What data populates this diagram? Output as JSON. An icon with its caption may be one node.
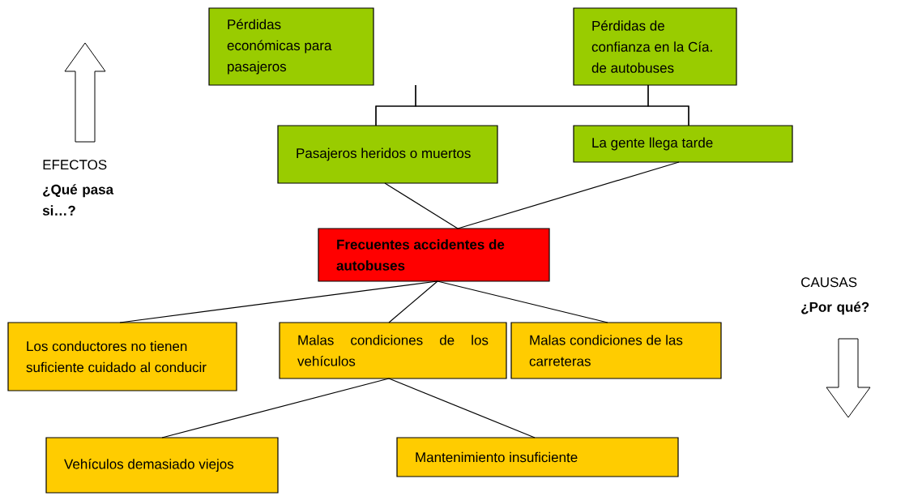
{
  "diagram": {
    "nodes": [
      {
        "text": [
          "Pérdidas económicas para pasajeros"
        ]
      },
      {
        "text": [
          "Pérdidas de confianza en la Cía. de autobuses"
        ]
      },
      {
        "text": [
          "Pasajeros heridos o muertos"
        ]
      },
      {
        "text": [
          "La gente llega tarde"
        ]
      },
      {
        "text": [
          "Frecuentes accidentes de autobuses"
        ]
      },
      {
        "text": [
          "Los conductores no tienen suficiente cuidado al conducir"
        ]
      },
      {
        "text": [
          "Malas condiciones de los vehículos"
        ]
      },
      {
        "text": [
          "Malas condiciones de las carreteras"
        ]
      },
      {
        "text": [
          "Vehículos demasiado viejos"
        ]
      },
      {
        "text": [
          "Mantenimiento insuficiente"
        ]
      }
    ],
    "edges": [
      {
        "from": 2,
        "to": 0,
        "arrow": "none"
      },
      {
        "from": 2,
        "to": 1,
        "arrow": "none"
      },
      {
        "from": 3,
        "to": 0,
        "arrow": "none"
      },
      {
        "from": 3,
        "to": 1,
        "arrow": "none"
      },
      {
        "from": 4,
        "to": 2,
        "arrow": "none"
      },
      {
        "from": 4,
        "to": 3,
        "arrow": "none"
      },
      {
        "from": 4,
        "to": 5,
        "arrow": "none"
      },
      {
        "from": 4,
        "to": 6,
        "arrow": "none"
      },
      {
        "from": 4,
        "to": 7,
        "arrow": "none"
      },
      {
        "from": 6,
        "to": 8,
        "arrow": "none"
      },
      {
        "from": 6,
        "to": 9,
        "arrow": "none"
      }
    ],
    "labels": [
      "EFECTOS",
      "¿Qué pasa si…?",
      "CAUSAS",
      "¿Por qué?"
    ]
  }
}
